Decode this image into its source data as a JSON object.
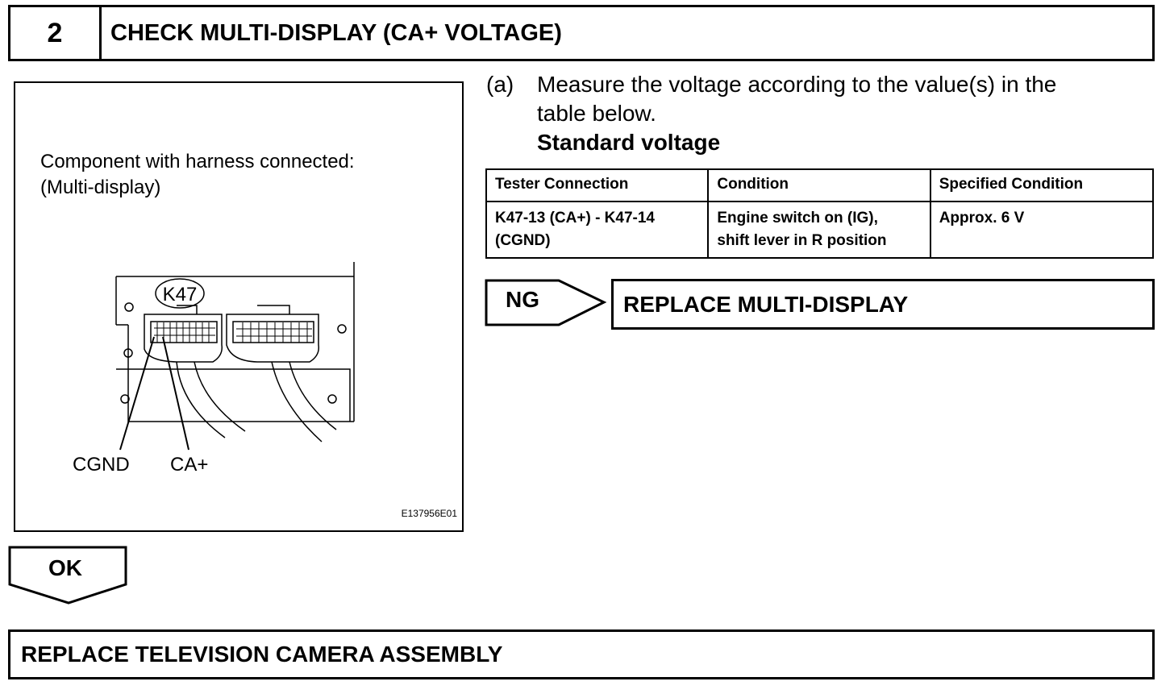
{
  "step": {
    "number": "2",
    "title": "CHECK MULTI-DISPLAY (CA+ VOLTAGE)"
  },
  "illustration": {
    "caption_line_1": "Component with harness connected:",
    "caption_line_2": "(Multi-display)",
    "connector_label": "K47",
    "pin_label_cgnd": "CGND",
    "pin_label_caplus": "CA+",
    "figure_id": "E137956E01"
  },
  "instruction": {
    "letter": "(a)",
    "line_1": "Measure the voltage according to the value(s) in the",
    "line_2": "table below.",
    "subheading": "Standard voltage"
  },
  "table": {
    "headers": [
      "Tester Connection",
      "Condition",
      "Specified Condition"
    ],
    "rows": [
      {
        "tester_connection_1": "K47-13 (CA+) - K47-14",
        "tester_connection_2": "(CGND)",
        "condition_1": "Engine switch on (IG),",
        "condition_2": "shift lever in R position",
        "specified_condition": "Approx. 6 V"
      }
    ]
  },
  "ng_branch": {
    "label": "NG",
    "result": "REPLACE MULTI-DISPLAY"
  },
  "ok_branch": {
    "label": "OK",
    "result": "REPLACE TELEVISION CAMERA ASSEMBLY"
  }
}
